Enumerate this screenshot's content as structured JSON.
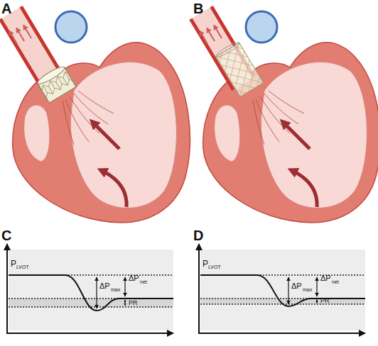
{
  "diagram": {
    "labels": [
      "A",
      "B",
      "C",
      "D",
      "P",
      "LVOT",
      "ΔP",
      "max",
      "ΔP",
      "net",
      "PR",
      "P",
      "LVOT",
      "ΔP",
      "max",
      "ΔP",
      "net",
      "PR"
    ]
  }
}
